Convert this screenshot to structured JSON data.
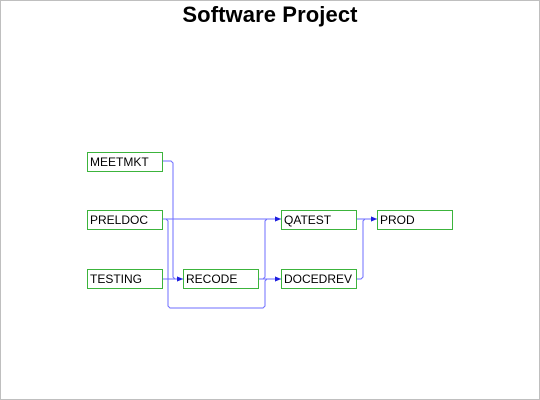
{
  "title": "Software Project",
  "colors": {
    "node_border": "#3cb43c",
    "edge": "#6f6fff",
    "arrowhead": "#1e1ee0",
    "title_text": "#000000"
  },
  "nodes": [
    {
      "id": "MEETMKT",
      "label": "MEETMKT"
    },
    {
      "id": "PRELDOC",
      "label": "PRELDOC"
    },
    {
      "id": "TESTING",
      "label": "TESTING"
    },
    {
      "id": "RECODE",
      "label": "RECODE"
    },
    {
      "id": "QATEST",
      "label": "QATEST"
    },
    {
      "id": "DOCEDREV",
      "label": "DOCEDREV"
    },
    {
      "id": "PROD",
      "label": "PROD"
    }
  ],
  "edges": [
    {
      "from": "MEETMKT",
      "to": "RECODE"
    },
    {
      "from": "PRELDOC",
      "to": "QATEST"
    },
    {
      "from": "PRELDOC",
      "to": "DOCEDREV"
    },
    {
      "from": "TESTING",
      "to": "RECODE"
    },
    {
      "from": "RECODE",
      "to": "QATEST"
    },
    {
      "from": "RECODE",
      "to": "DOCEDREV"
    },
    {
      "from": "QATEST",
      "to": "PROD"
    },
    {
      "from": "DOCEDREV",
      "to": "PROD"
    }
  ]
}
